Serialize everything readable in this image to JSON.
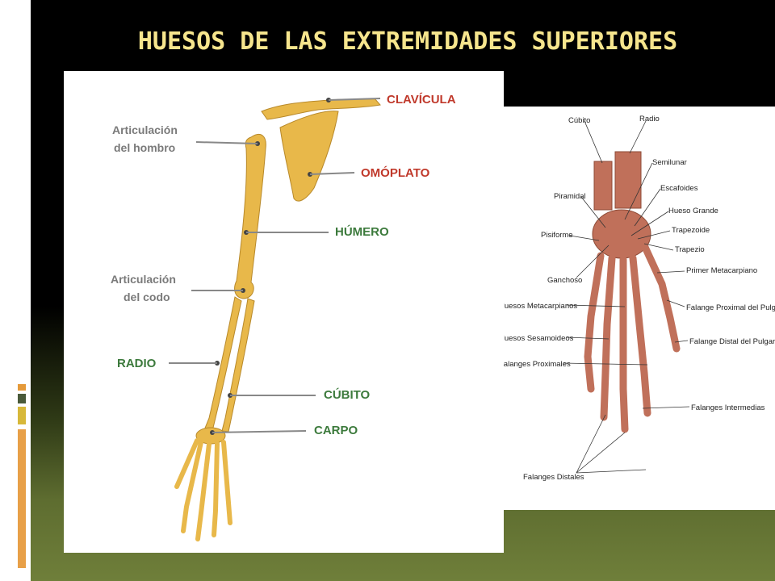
{
  "slide": {
    "title": "HUESOS DE LAS EXTREMIDADES SUPERIORES"
  },
  "left_figure": {
    "labels": {
      "clavicula": "CLAVÍCULA",
      "articulacion_hombro_1": "Articulación",
      "articulacion_hombro_2": "del hombro",
      "omoplato": "OMÓPLATO",
      "humero": "HÚMERO",
      "articulacion_codo_1": "Articulación",
      "articulacion_codo_2": "del codo",
      "radio": "RADIO",
      "cubito": "CÚBITO",
      "carpo": "CARPO"
    },
    "colors": {
      "bone": "#e8b84a",
      "label_red": "#c0392b",
      "label_green": "#3c7a3c",
      "label_gray": "#7a7a7a"
    }
  },
  "right_figure": {
    "labels": {
      "cubito": "Cúbito",
      "radio": "Radio",
      "semilunar": "Semilunar",
      "escafoides": "Escafoides",
      "piramidal": "Piramidal",
      "hueso_grande": "Hueso Grande",
      "trapezoide": "Trapezoide",
      "pisiforme": "Pisiforme",
      "trapezio": "Trapezio",
      "primer_metacarpiano": "Primer Metacarpiano",
      "ganchoso": "Ganchoso",
      "huesos_metacarpianos": "Huesos Metacarpianos",
      "falange_proximal_pulgar": "Falange Proximal del Pulgar",
      "huesos_sesamoideos": "Huesos Sesamoideos",
      "falange_distal_pulgar": "Falange Distal del Pulgar",
      "falanges_proximales": "Falanges Proximales",
      "falanges_intermedias": "Falanges Intermedias",
      "falanges_distales": "Falanges Distales"
    },
    "colors": {
      "bone": "#c0705a",
      "bone_dark": "#8e4a36"
    }
  }
}
